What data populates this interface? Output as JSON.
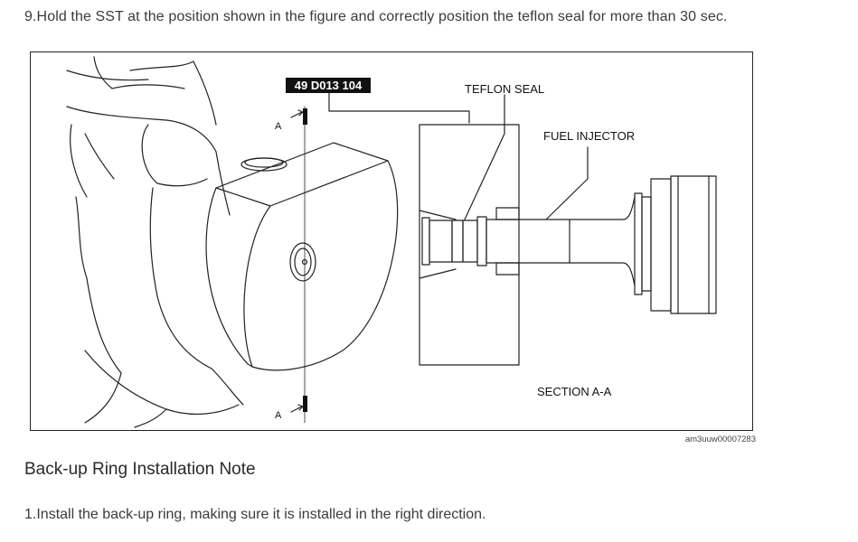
{
  "step": {
    "text": "9.Hold the SST at the position shown in the figure and correctly position the teflon seal for more than 30 sec."
  },
  "figure": {
    "tool_id": "49 D013 104",
    "labels": {
      "teflon_seal": "TEFLON SEAL",
      "fuel_injector": "FUEL INJECTOR",
      "section": "SECTION A-A",
      "section_mark_top": "A",
      "section_mark_bottom": "A"
    },
    "code": "am3uuw00007283"
  },
  "section": {
    "heading": "Back-up Ring Installation Note",
    "paragraph": "1.Install the back-up ring, making sure it is installed in the right direction."
  }
}
